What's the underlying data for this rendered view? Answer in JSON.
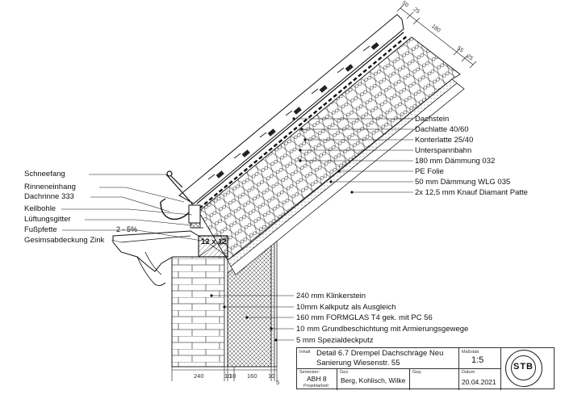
{
  "labels_left": [
    "Schneefang",
    "Rinneneinhang",
    "Dachrinne 333",
    "Keilbohle",
    "Lüftungsgitter",
    "Fußpfette",
    "Gesimsabdeckung Zink"
  ],
  "labels_right_roof": [
    "Dachstein",
    "Dachlatte 40/60",
    "Konterlatte 25/40",
    "Unterspannbahn",
    "180 mm Dämmung 032",
    "PE Folie",
    "50 mm Dämmung WLG 035",
    "2x 12,5 mm Knauf Diamant Patte"
  ],
  "labels_right_wall": [
    "240 mm Klinkerstein",
    "10mm Kalkputz als Ausgleich",
    "160 mm FORMGLAS T4 gek. mit PC 56",
    "10 mm Grundbeschichtung mit Armierungsgewege",
    "5 mm Spezialdeckputz"
  ],
  "slope_label": "2 - 5%",
  "beam_label": "12 x 12",
  "dims_top": [
    "50",
    "25",
    "180",
    "55",
    "25"
  ],
  "dims_bottom": [
    "240",
    "10",
    "10",
    "160",
    "10",
    "5"
  ],
  "title_block": {
    "inhalt_label": "Inhalt",
    "title_line1": "Detail 6.7 Drempel Dachschräge Neu",
    "title_line2": "Sanierung Wiesenstr. 55",
    "scale_label": "Maßstab",
    "scale": "1:5",
    "semester_label": "Semester:",
    "semester": "ABH 8",
    "projekt": "Projektarbeit",
    "gez_label": "Gez.",
    "authors": "Berg, Kohlisch, Wilke",
    "gep_label": "Gep.",
    "datum_label": "Datum",
    "date": "20.04.2021",
    "logo": "STB",
    "logo_ring": "TECHNISCHE ... BERLIN"
  }
}
